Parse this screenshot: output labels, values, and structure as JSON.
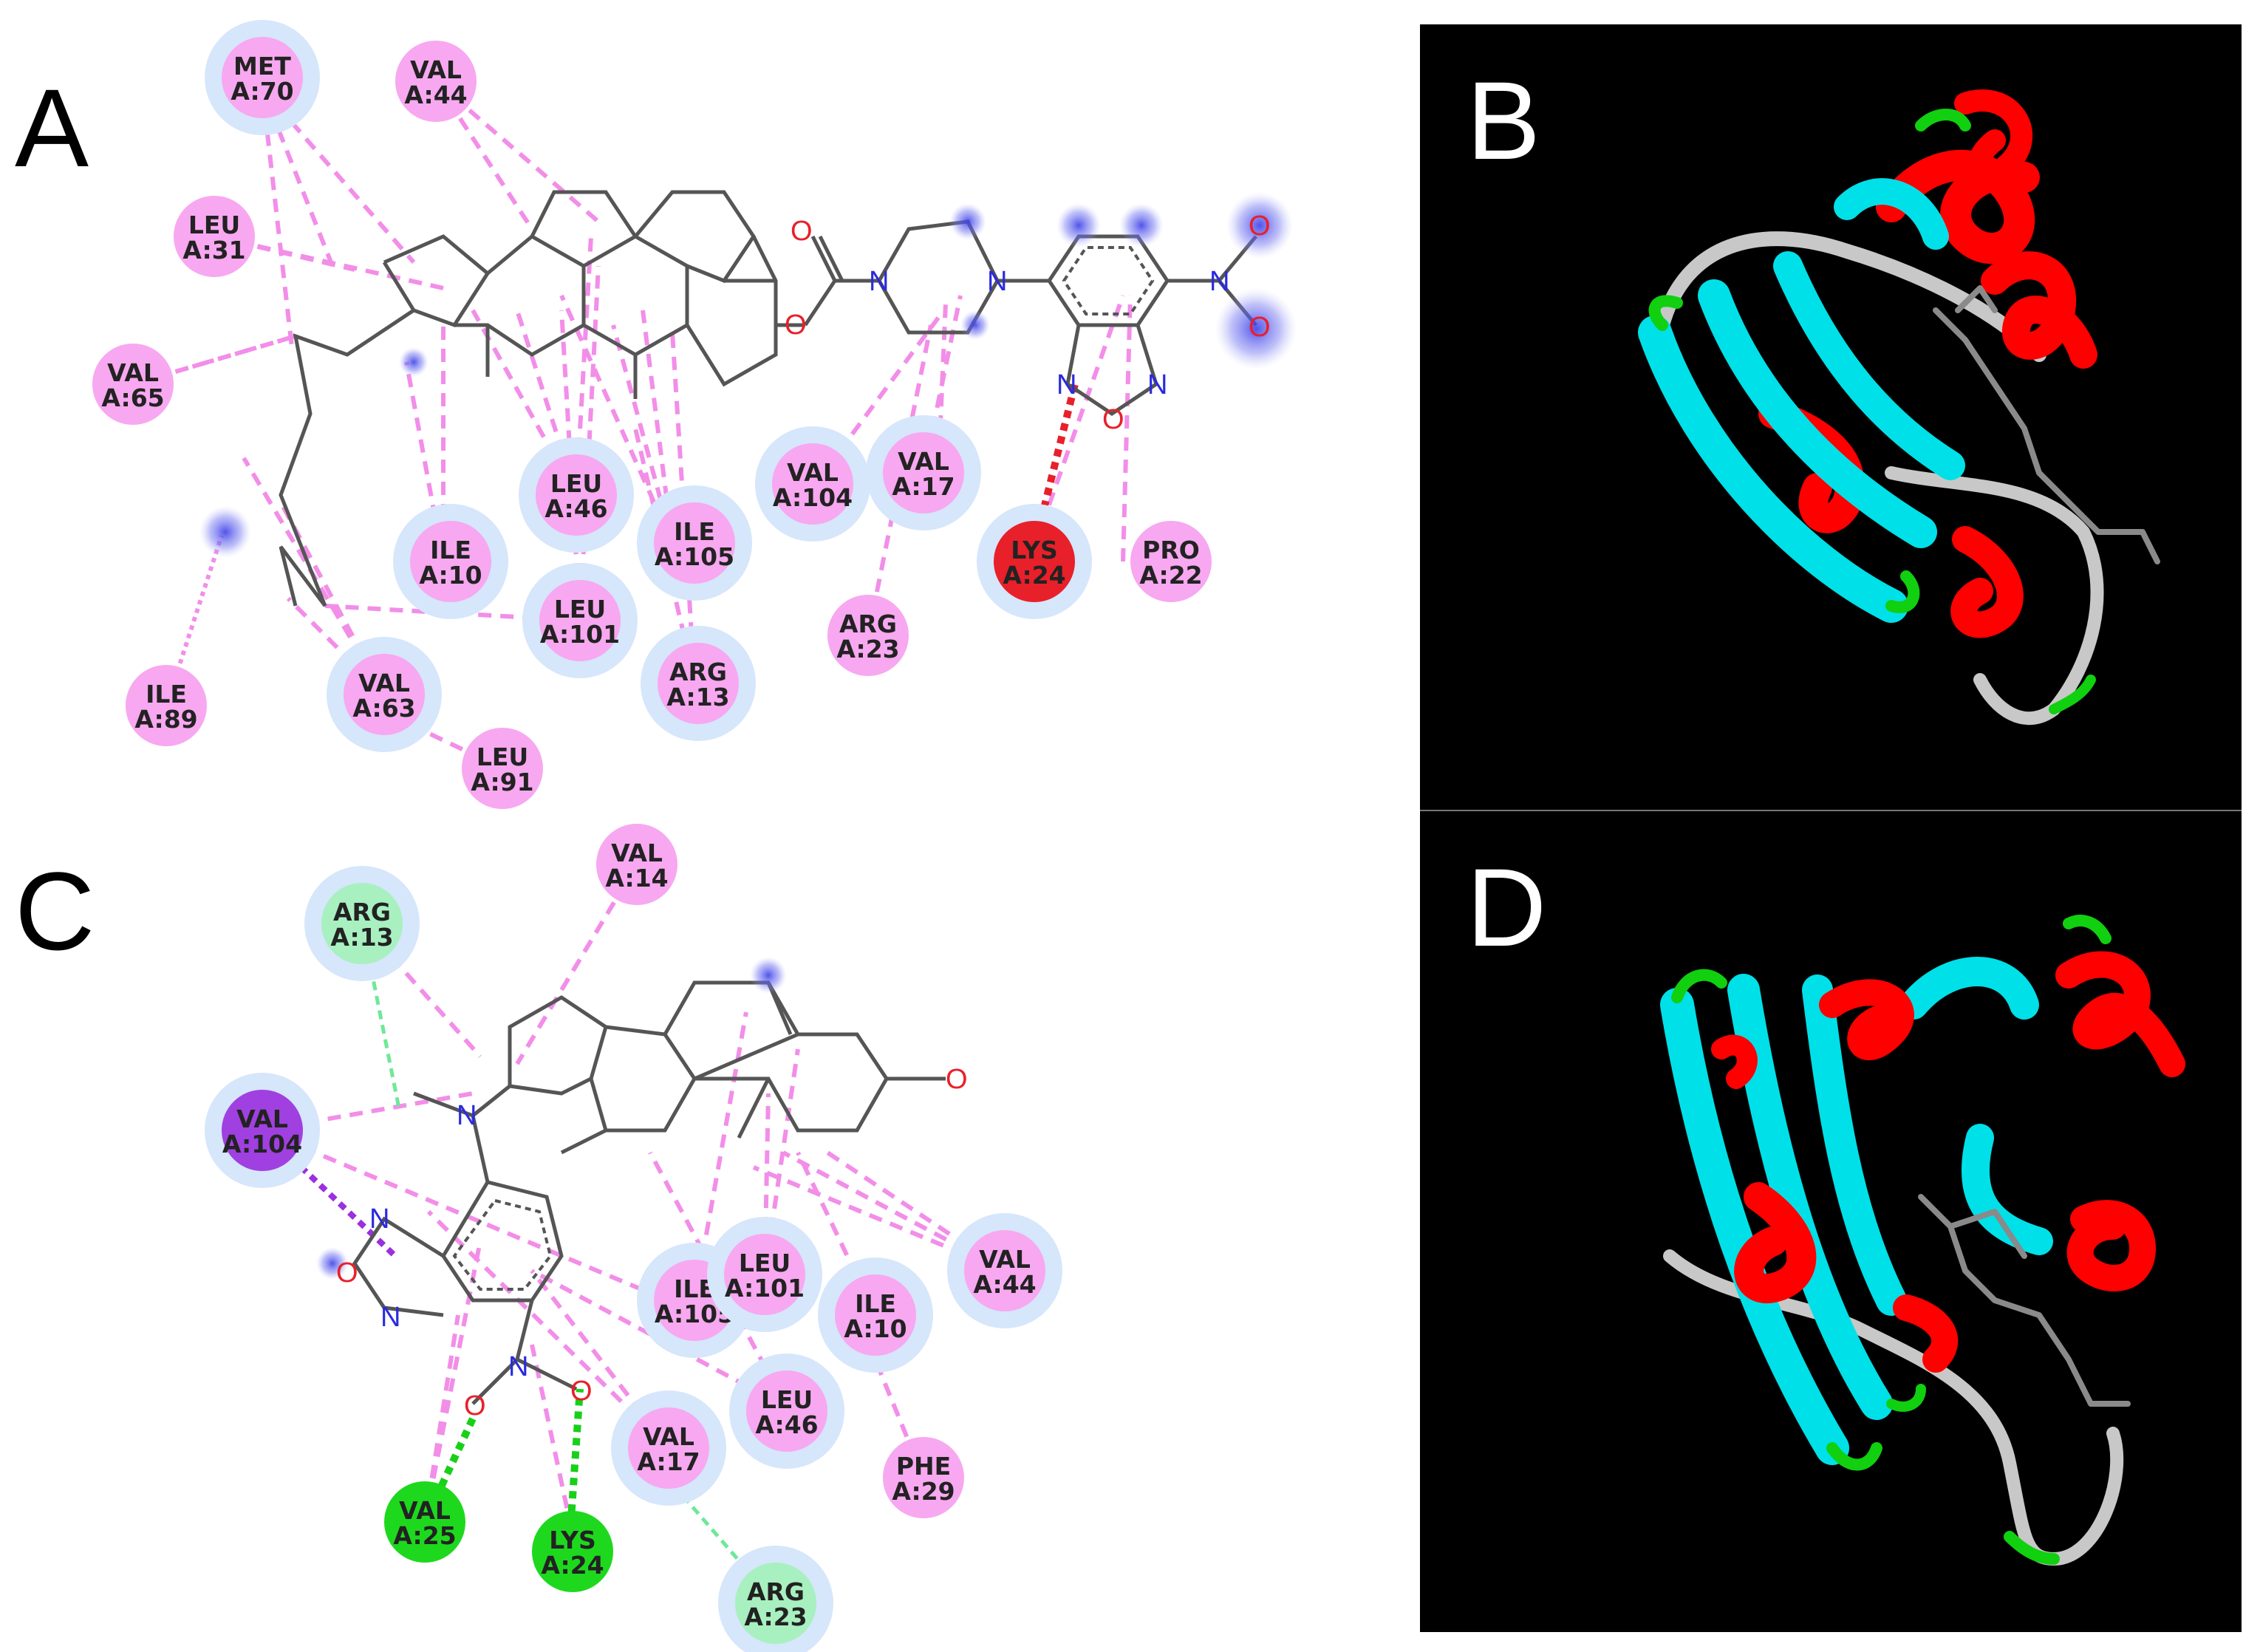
{
  "panels": {
    "A": {
      "letter": "A",
      "residues": [
        {
          "id": "a-met70",
          "l1": "MET",
          "l2": "A:70",
          "type": "pink"
        },
        {
          "id": "a-val44",
          "l1": "VAL",
          "l2": "A:44",
          "type": "pink"
        },
        {
          "id": "a-leu31",
          "l1": "LEU",
          "l2": "A:31",
          "type": "pink"
        },
        {
          "id": "a-val65",
          "l1": "VAL",
          "l2": "A:65",
          "type": "pink"
        },
        {
          "id": "a-leu46",
          "l1": "LEU",
          "l2": "A:46",
          "type": "pink"
        },
        {
          "id": "a-ile105",
          "l1": "ILE",
          "l2": "A:105",
          "type": "pink"
        },
        {
          "id": "a-val104",
          "l1": "VAL",
          "l2": "A:104",
          "type": "pink"
        },
        {
          "id": "a-val17",
          "l1": "VAL",
          "l2": "A:17",
          "type": "pink"
        },
        {
          "id": "a-lys24",
          "l1": "LYS",
          "l2": "A:24",
          "type": "red"
        },
        {
          "id": "a-pro22",
          "l1": "PRO",
          "l2": "A:22",
          "type": "pink"
        },
        {
          "id": "a-ile10",
          "l1": "ILE",
          "l2": "A:10",
          "type": "pink"
        },
        {
          "id": "a-leu101",
          "l1": "LEU",
          "l2": "A:101",
          "type": "pink"
        },
        {
          "id": "a-arg23",
          "l1": "ARG",
          "l2": "A:23",
          "type": "pink"
        },
        {
          "id": "a-arg13",
          "l1": "ARG",
          "l2": "A:13",
          "type": "pink"
        },
        {
          "id": "a-ile89",
          "l1": "ILE",
          "l2": "A:89",
          "type": "pink"
        },
        {
          "id": "a-val63",
          "l1": "VAL",
          "l2": "A:63",
          "type": "pink"
        },
        {
          "id": "a-leu91",
          "l1": "LEU",
          "l2": "A:91",
          "type": "pink"
        }
      ],
      "atoms": [
        "O",
        "O",
        "N",
        "N",
        "N",
        "N",
        "O",
        "N",
        "O",
        "O"
      ]
    },
    "B": {
      "letter": "B"
    },
    "C": {
      "letter": "C",
      "residues": [
        {
          "id": "c-val14",
          "l1": "VAL",
          "l2": "A:14",
          "type": "pink"
        },
        {
          "id": "c-arg13",
          "l1": "ARG",
          "l2": "A:13",
          "type": "lightgreen"
        },
        {
          "id": "c-val104",
          "l1": "VAL",
          "l2": "A:104",
          "type": "purple"
        },
        {
          "id": "c-ile105",
          "l1": "ILE",
          "l2": "A:105",
          "type": "pink"
        },
        {
          "id": "c-leu101",
          "l1": "LEU",
          "l2": "A:101",
          "type": "pink"
        },
        {
          "id": "c-ile10",
          "l1": "ILE",
          "l2": "A:10",
          "type": "pink"
        },
        {
          "id": "c-val44",
          "l1": "VAL",
          "l2": "A:44",
          "type": "pink"
        },
        {
          "id": "c-leu46",
          "l1": "LEU",
          "l2": "A:46",
          "type": "pink"
        },
        {
          "id": "c-phe29",
          "l1": "PHE",
          "l2": "A:29",
          "type": "pink"
        },
        {
          "id": "c-val17",
          "l1": "VAL",
          "l2": "A:17",
          "type": "pink"
        },
        {
          "id": "c-val25",
          "l1": "VAL",
          "l2": "A:25",
          "type": "green"
        },
        {
          "id": "c-lys24",
          "l1": "LYS",
          "l2": "A:24",
          "type": "green"
        },
        {
          "id": "c-arg23",
          "l1": "ARG",
          "l2": "A:23",
          "type": "lightgreen"
        }
      ],
      "atoms": [
        "O",
        "N",
        "N",
        "O",
        "N",
        "N",
        "O",
        "O"
      ]
    },
    "D": {
      "letter": "D"
    }
  },
  "colors": {
    "pink": "#f7a8f0",
    "red": "#e8202a",
    "green": "#1ed81e",
    "lightgreen": "#a8f0c0",
    "purple": "#a040e0",
    "halo": "#d6e6fb",
    "helix": "#ff0000",
    "sheet": "#00e0e8",
    "coil": "#d0d0d0",
    "turn": "#10d010"
  }
}
